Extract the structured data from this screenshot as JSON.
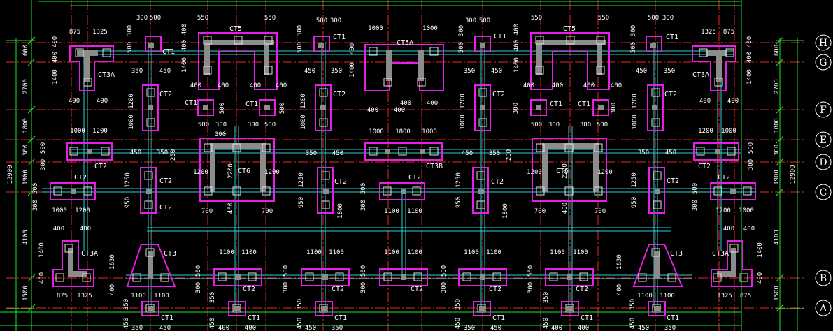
{
  "drawing": {
    "colors": {
      "background": "#000000",
      "axis_line": "#e0282a",
      "dimension_line": "#19e62c",
      "cap_outline": "#e61fe6",
      "tie_beam": "#2ad0d0",
      "column": "#8c8c8c",
      "pile": "#e0e0e0",
      "text": "#ffffff"
    },
    "axis_labels": [
      "H",
      "G",
      "F",
      "E",
      "D",
      "C",
      "B",
      "A"
    ],
    "left_dims": [
      "600",
      "2700",
      "1800",
      "300",
      "1900",
      "4100",
      "1500"
    ],
    "right_dims": [
      "600",
      "2700",
      "1800",
      "300",
      "1900",
      "4100",
      "1500"
    ],
    "total_height": "12900",
    "cap_labels": {
      "ct1": "CT1",
      "ct2": "CT2",
      "ct3": "CT3",
      "ct3a": "CT3A",
      "ct5": "CT5",
      "ct5a": "CT5A",
      "ct3b": "CT3B",
      "ct6": "CT6"
    },
    "dims": {
      "d300": "300",
      "d350": "350",
      "d400": "400",
      "d450": "450",
      "d500": "500",
      "d550": "550",
      "d700": "700",
      "d875": "875",
      "d950": "950",
      "d1000": "1000",
      "d1100": "1100",
      "d1200": "1200",
      "d1250": "1250",
      "d1325": "1325",
      "d1400": "1400",
      "d1630": "1630",
      "d1800": "1800",
      "d2200": "2200",
      "d250": "250",
      "d200": "200"
    }
  }
}
